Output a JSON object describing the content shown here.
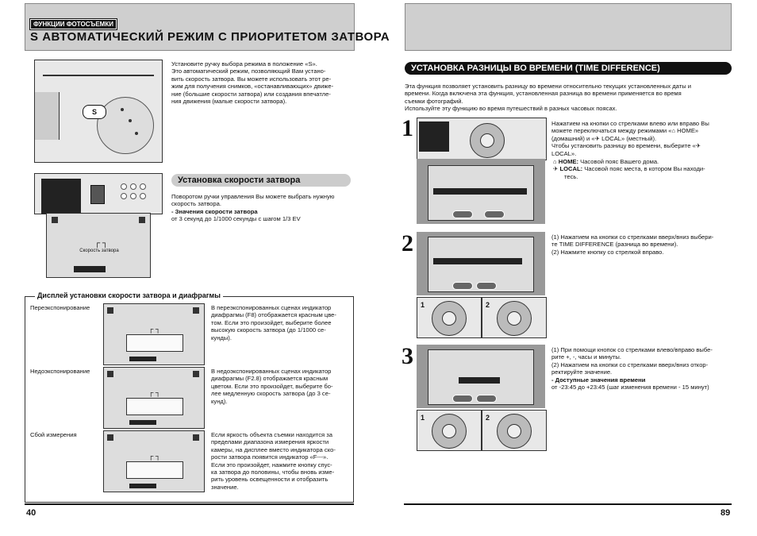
{
  "left": {
    "section_tag": "ФУНКЦИИ ФОТОСЪЕМКИ",
    "title_icon": "S",
    "title": "АВТОМАТИЧЕСКИЙ РЕЖИМ С ПРИОРИТЕТОМ ЗАТВОРА",
    "intro": [
      "Установите ручку выбора режима в положение «S».",
      "Это автоматический режим, позволяющий Вам устано-",
      "вить скорость затвора. Вы можете использовать этот ре-",
      "жим для получения снимков, «останавливающих» движе-",
      "ние (большие скорости затвора) или создания впечатле-",
      "ния движения (малые скорости затвора)."
    ],
    "dial_label": "S",
    "shutter_heading": "Установка скорости затвора",
    "shutter_text": [
      "Поворотом ручки управления Вы можете выбрать нужную",
      "скорость затвора."
    ],
    "shutter_values_label": "- Значения скорости затвора",
    "shutter_values": "от 3 секунд до 1/1000 секунды с шагом 1/3 EV",
    "lcd_caption": "Скорость затвора",
    "display_heading": "Дисплей установки скорости затвора и диафрагмы",
    "cases": [
      {
        "label": "Переэкспонирование",
        "text": [
          "В переэкспонированных сценах индикатор",
          "диафрагмы (F8) отображается красным цве-",
          "том. Если это произойдет, выберите более",
          "высокую скорость затвора (до 1/1000 се-",
          "кунды)."
        ]
      },
      {
        "label": "Недоэкспонирование",
        "text": [
          "В недоэкспонированных сценах индикатор",
          "диафрагмы (F2.8) отображается красным",
          "цветом. Если это произойдет, выберите бо-",
          "лее медленную скорость затвора (до 3 се-",
          "кунд)."
        ]
      },
      {
        "label": "Сбой измерения",
        "text": [
          "Если яркость объекта съемки находится за",
          "пределами диапазона измерения яркости",
          "камеры, на дисплее вместо индикатора ско-",
          "рости затвора появится индикатор «F---».",
          "Если это произойдет, нажмите кнопку спус-",
          "ка затвора до половины, чтобы вновь изме-",
          "рить уровень освещенности и отобразить",
          "значение."
        ]
      }
    ],
    "page_number": "40"
  },
  "right": {
    "heading": "УСТАНОВКА РАЗНИЦЫ ВО ВРЕМЕНИ (TIME DIFFERENCE)",
    "intro": [
      "Эта функция позволяет установить разницу во времени относительно текущих установленных даты и",
      "времени. Когда включена эта функция, установленная разница во времени применяется во время",
      "съемки фотографий.",
      "Используйте эту функцию во время путешествий в разных часовых поясах."
    ],
    "steps": [
      {
        "num": "1",
        "text": [
          "Нажатием на кнопки со стрелками влево или вправо Вы",
          "можете переключаться между режимами «⌂ HOME»",
          "(домашний) и «✈ LOCAL» (местный).",
          "Чтобы установить разницу во времени, выберите «✈",
          "LOCAL»."
        ],
        "notes": [
          {
            "icon": "⌂",
            "label": "HOME:",
            "text": " Часовой пояс Вашего дома."
          },
          {
            "icon": "✈",
            "label": "LOCAL:",
            "text": " Часовой пояс места, в котором Вы находи-"
          },
          {
            "icon": "",
            "label": "",
            "text": "тесь."
          }
        ]
      },
      {
        "num": "2",
        "text": [
          "(1) Нажатием на кнопки со стрелками вверх/вниз выбери-",
          "те TIME DIFFERENCE (разница во времени).",
          "(2) Нажмите кнопку со стрелкой вправо."
        ],
        "sub1": "1",
        "sub2": "2"
      },
      {
        "num": "3",
        "text": [
          "(1) При помощи кнопок со стрелками влево/вправо выбе-",
          "рите +, -, часы и минуты.",
          "(2) Нажатием на кнопки со стрелками вверх/вниз откор-",
          "ректируйте значение."
        ],
        "values_label": "- Доступные значения времени",
        "values": "от -23:45 до +23:45 (шаг изменения времени - 15 минут)",
        "sub1": "1",
        "sub2": "2"
      }
    ],
    "page_number": "89"
  }
}
